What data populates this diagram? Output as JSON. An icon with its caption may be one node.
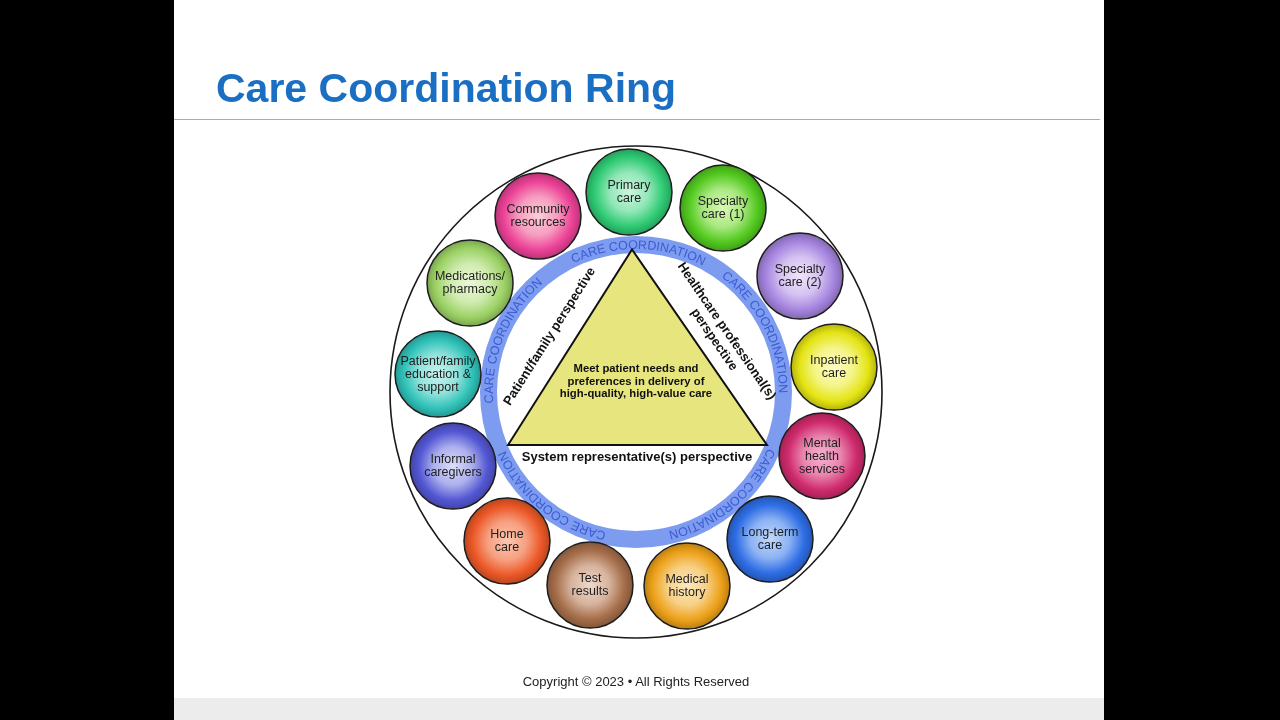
{
  "diagram": {
    "title": "Care Coordination Ring",
    "nodes": [
      {
        "text": [],
        "shape": "circle"
      },
      {
        "text": [
          "Primary care"
        ],
        "in": 0
      },
      {
        "text": [
          "Specialty care (1)"
        ],
        "in": 0
      },
      {
        "text": [
          "Specialty care (2)"
        ],
        "in": 0
      },
      {
        "text": [
          "Inpatient care"
        ],
        "in": 0
      },
      {
        "text": [
          "Mental health services"
        ],
        "in": 0
      },
      {
        "text": [
          "Long-term care"
        ],
        "in": 0
      },
      {
        "text": [
          "Medical history"
        ],
        "in": 0
      },
      {
        "text": [
          "Test results"
        ],
        "in": 0
      },
      {
        "text": [
          "Home care"
        ],
        "in": 0
      },
      {
        "text": [
          "Informal caregivers"
        ],
        "in": 0
      },
      {
        "text": [
          "Patient/family education & support"
        ],
        "in": 0
      },
      {
        "text": [
          "Medications/ pharmacy"
        ],
        "in": 0
      },
      {
        "text": [
          "Community resources"
        ],
        "in": 0
      },
      {
        "text": [
          "CARE COORDINATION",
          "CARE COORDINATION",
          "CARE COORDINATION",
          "CARE COORDINATION",
          "CARE COORDINATION"
        ],
        "in": 0
      },
      {
        "text": [
          "Meet patient needs and preferences in delivery of high-quality, high-value care"
        ],
        "in": 14,
        "beside": [
          "Patient/family perspective",
          "Healthcare professional(s) perspective",
          "System representative(s) perspective"
        ]
      }
    ],
    "labels": [
      "Copyright © 2023 • All Rights Reserved"
    ]
  }
}
